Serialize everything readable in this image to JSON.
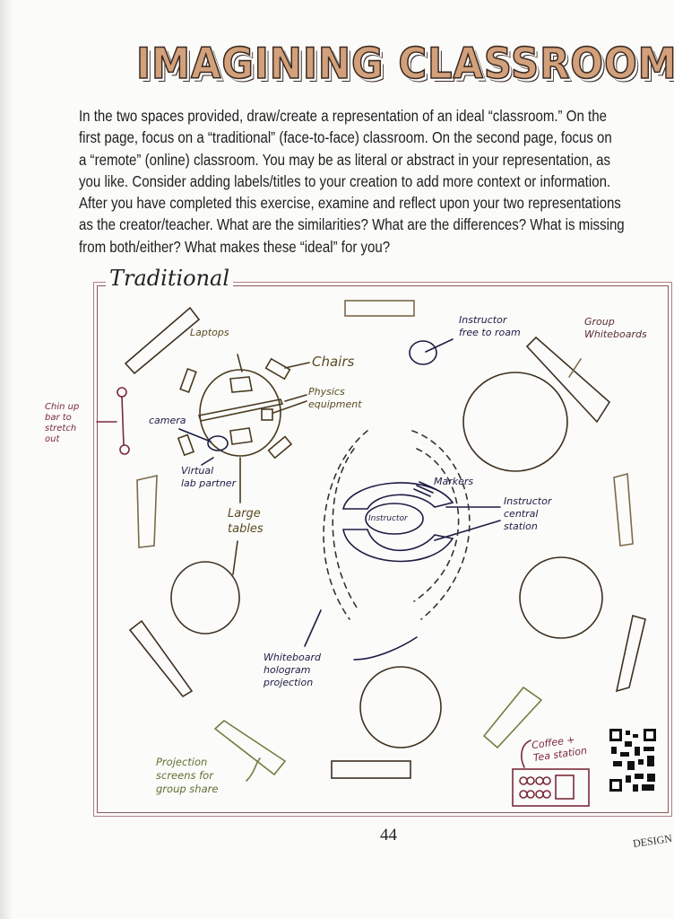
{
  "title": "IMAGINING CLASSROOMS",
  "instructions": [
    "In the two spaces provided, draw/create a representation of an ideal “classroom.” On the",
    "first page, focus on a “traditional” (face-to-face) classroom. On the second page, focus on",
    "a “remote” (online) classroom. You may be as literal or abstract in your representation, as",
    "you like. Consider adding labels/titles to your creation to add more context or information.",
    "After you have completed this exercise, examine and reflect upon your two representations",
    "as the creator/teacher. What are the similarities? What are the differences? What is missing",
    "from both/either? What makes these “ideal” for you?"
  ],
  "section_label": "Traditional",
  "labels": {
    "laptops": "Laptops",
    "chairs": "Chairs",
    "physics": [
      "Physics",
      "equipment"
    ],
    "camera": "camera",
    "virtual": [
      "Virtual",
      "lab partner"
    ],
    "tables": [
      "Large",
      "tables"
    ],
    "chinup": [
      "Chin up",
      "bar to",
      "stretch",
      "out"
    ],
    "roam": [
      "Instructor",
      "free to roam"
    ],
    "whiteboards": [
      "Group",
      "Whiteboards"
    ],
    "markers": "Markers",
    "station": [
      "Instructor",
      "central",
      "station"
    ],
    "instructor": "Instructor",
    "hologram": [
      "Whiteboard",
      "hologram",
      "projection"
    ],
    "screens": [
      "Projection",
      "screens for",
      "group share"
    ],
    "coffee": [
      "Coffee +",
      "Tea station"
    ]
  },
  "page_number": "44",
  "footer_text": "DESIGN",
  "colors": {
    "title_fill": "#d2a07a",
    "frame": "#8a5a5a",
    "ink_brown": "#4a3a22",
    "ink_blue": "#1c1c44",
    "ink_maroon": "#7a2a3a",
    "ink_green": "#6a7a3a"
  }
}
